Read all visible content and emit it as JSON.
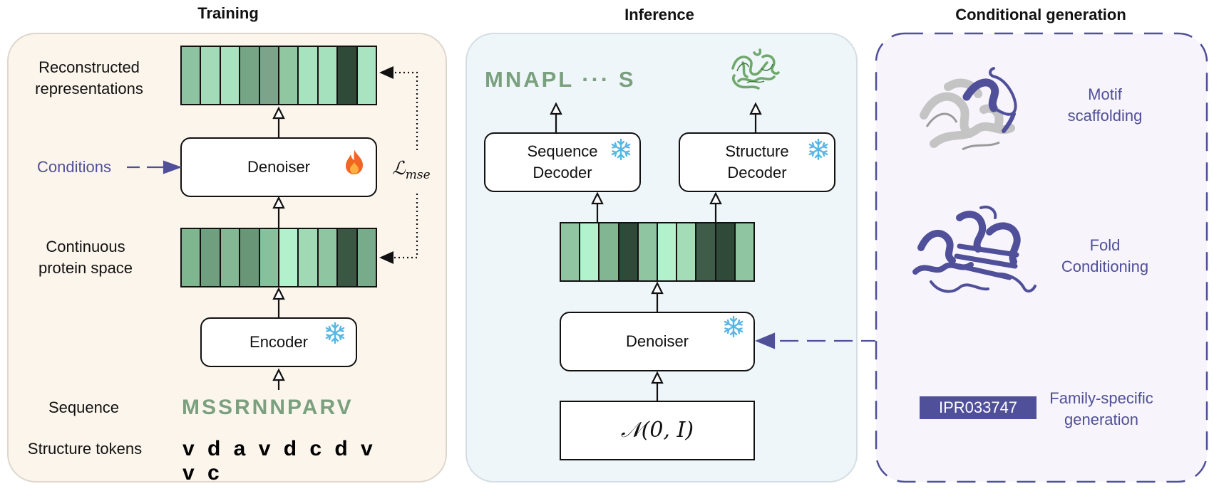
{
  "training": {
    "title": "Training",
    "reconstructed_label_line1": "Reconstructed",
    "reconstructed_label_line2": "representations",
    "conditions_label": "Conditions",
    "denoiser_label": "Denoiser",
    "loss_main": "ℒ",
    "loss_sub": "mse",
    "continuous_label_line1": "Continuous",
    "continuous_label_line2": "protein space",
    "encoder_label": "Encoder",
    "sequence_row_label": "Sequence",
    "sequence_value": "MSSRNNPARV",
    "structure_row_label": "Structure tokens",
    "structure_value": "v d a v d c d v v c",
    "reconstructed_cell_colors": [
      "#8dc3a0",
      "#a3dab8",
      "#a9e2bf",
      "#76a585",
      "#7da38a",
      "#90c7a1",
      "#a8e3c0",
      "#a6e1bd",
      "#2f4a38",
      "#a9e3c0"
    ],
    "continuous_cell_colors": [
      "#7fb58f",
      "#6f9f7e",
      "#84b894",
      "#6a9678",
      "#87c09c",
      "#b3f0cc",
      "#a1d9b4",
      "#8fc5a0",
      "#3a5744",
      "#78ab89"
    ]
  },
  "inference": {
    "title": "Inference",
    "generated_sequence": "MNAPL ··· S",
    "sequence_decoder_line1": "Sequence",
    "sequence_decoder_line2": "Decoder",
    "structure_decoder_line1": "Structure",
    "structure_decoder_line2": "Decoder",
    "denoiser_label": "Denoiser",
    "noise_label": "𝒩(0, I)",
    "latent_cell_colors": [
      "#8fc5a0",
      "#b2f2cc",
      "#82b693",
      "#2f4a38",
      "#8fc5a0",
      "#b3f0cc",
      "#a4dcb8",
      "#3e5c48",
      "#2f4a38",
      "#8fc5a0"
    ]
  },
  "conditional": {
    "title": "Conditional generation",
    "motif_line1": "Motif",
    "motif_line2": "scaffolding",
    "fold_line1": "Fold",
    "fold_line2": "Conditioning",
    "family_line1": "Family-specific",
    "family_line2": "generation",
    "family_badge": "IPR033747"
  },
  "colors": {
    "purple": "#4f4f9a",
    "sequence_green": "#7aa07e",
    "snowflake": "#56b7e6",
    "flame": "#f26522"
  }
}
